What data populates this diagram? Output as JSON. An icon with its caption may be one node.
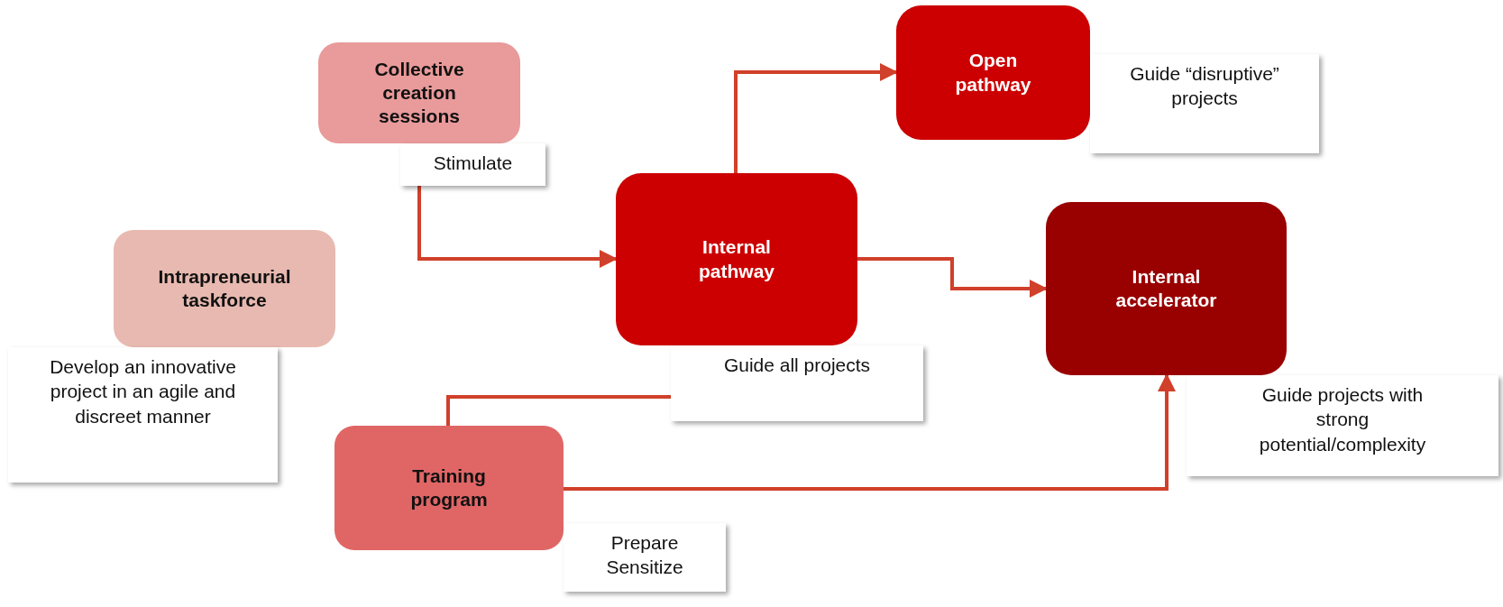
{
  "diagram": {
    "nodes": [
      {
        "text": [
          "Collective creation sessions"
        ]
      },
      {
        "text": [
          "Stimulate"
        ]
      },
      {
        "text": [
          "Intrapreneurial taskforce"
        ]
      },
      {
        "text": [
          "Develop an innovative project in an agile and discreet manner"
        ]
      },
      {
        "text": [
          "Internal pathway"
        ]
      },
      {
        "text": [
          "Guide all projects"
        ]
      },
      {
        "text": [
          "Open pathway"
        ]
      },
      {
        "text": [
          "Guide “disruptive” projects"
        ]
      },
      {
        "text": [
          "Internal accelerator"
        ]
      },
      {
        "text": [
          "Guide projects with strong potential/complexity"
        ]
      },
      {
        "text": [
          "Training program"
        ]
      },
      {
        "text": [
          "Prepare Sensitize"
        ]
      }
    ],
    "edges": [
      {
        "from": 1,
        "to": 4,
        "arrow": "to"
      },
      {
        "from": 4,
        "to": 6,
        "arrow": "to"
      },
      {
        "from": 4,
        "to": 8,
        "arrow": "to"
      },
      {
        "from": 10,
        "to": 5,
        "arrow": "none"
      },
      {
        "from": 10,
        "to": 8,
        "arrow": "to"
      }
    ]
  }
}
